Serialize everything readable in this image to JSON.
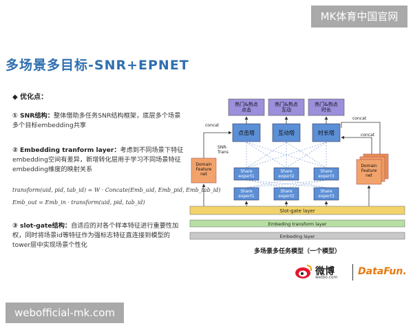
{
  "watermark_top": "MK体育中国官网",
  "watermark_bottom": "webofficial-mk.com",
  "slide_title": "多场景多目标-SNR+EPNET",
  "bullet_label": "◆ 优化点：",
  "point1": {
    "title": "① SNR结构：",
    "text": "整体借助多任务SNR结构框架，底层多个场景多个目标embedding共享"
  },
  "point2": {
    "title": "② Embedding tranform layer：",
    "text": "考虑到不同场景下特征embedding空间有差异，新增转化层用于学习不同场景特征embedding维度的映射关系"
  },
  "formula1": "transform(uid, pid, tab_id) = W · Concate(Emb_uid, Emb_pid, Emb_tab_id)",
  "formula2": "Emb_out = Emb_in · transform(uid, pid, tab_id)",
  "point3": {
    "title": "③ slot-gate结构：",
    "text": "自适应的对各个样本特征进行重要性加权，同时将场景id等特征作为强标志特征直连接到模型的tower层中实现场景个性化"
  },
  "diagram": {
    "outputs": [
      "热门&热点\n点击",
      "热门&热点\n互动",
      "热门&热点\n时长"
    ],
    "towers": [
      "点击塔",
      "互动塔",
      "时长塔"
    ],
    "concat_left": "concat",
    "concat_right_top": "concat",
    "concat_right": "concat",
    "snr_label": "SNR-\nTrans",
    "share_expert_top": [
      "Share\nexpert1",
      "Share\nexpert2",
      "Share\nexpert3"
    ],
    "share_expert_bottom": [
      "Share\nexpert1",
      "Share\nexpert2",
      "Share\nexpert3"
    ],
    "domain_left": "Domain\nFeature\nnet",
    "domain_right": "Domain\nFeature\nnet",
    "slot_gate": "Slot-gate layer",
    "transform_layer": "Embeding transform layer",
    "embed_layer": "Embeding layer",
    "caption": "多场景多任务模型（一个模型）"
  },
  "logos": {
    "weibo": "微博",
    "weibo_sub": "weibo.com",
    "datafun": "DataFun."
  },
  "colors": {
    "title": "#2f6fb0",
    "purple": "#9c8fdb",
    "blue": "#5b8fd6",
    "domain": "#f2a36b",
    "slot": "#f2d36b",
    "green": "#b7dfa3",
    "gray": "#c9c9c9"
  }
}
